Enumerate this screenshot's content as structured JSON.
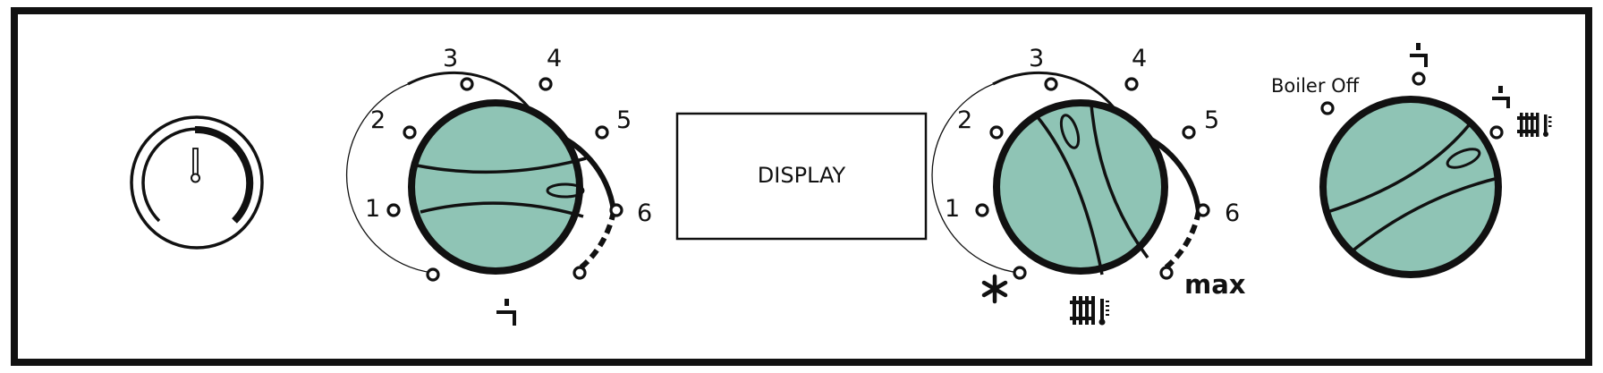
{
  "panel": {
    "display_label": "DISPLAY"
  },
  "pressure_gauge": {
    "icon": "thermometer-gauge-icon"
  },
  "hot_water_knob": {
    "scale": [
      "1",
      "2",
      "3",
      "4",
      "5",
      "6"
    ],
    "icon": "tap-icon"
  },
  "heating_knob": {
    "scale": [
      "1",
      "2",
      "3",
      "4",
      "5",
      "6"
    ],
    "max_label": "max",
    "icons": [
      "snowflake-icon",
      "radiator-icon"
    ]
  },
  "mode_selector": {
    "boiler_off_label": "Boiler Off",
    "icons": [
      "tap-icon",
      "tap-radiator-icon"
    ]
  },
  "colors": {
    "knob_fill": "#8fc4b5",
    "outline": "#111111",
    "background": "#ffffff"
  }
}
